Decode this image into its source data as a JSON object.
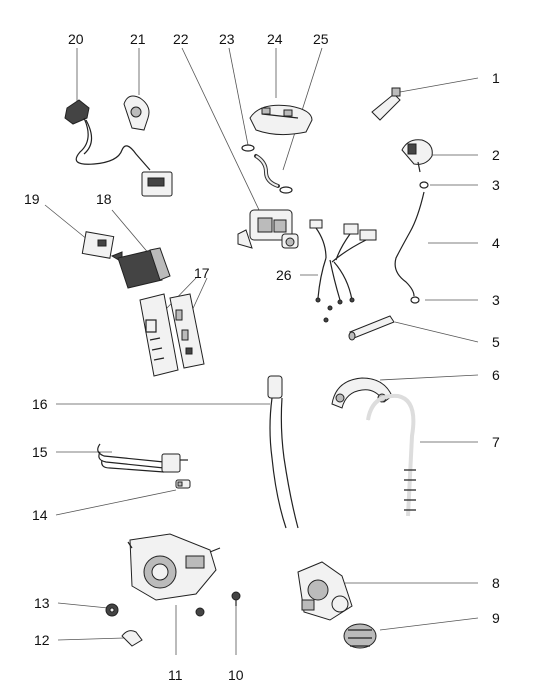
{
  "labels": {
    "n1": "1",
    "n2": "2",
    "n3a": "3",
    "n3b": "3",
    "n4": "4",
    "n5": "5",
    "n6": "6",
    "n7": "7",
    "n8": "8",
    "n9": "9",
    "n10": "10",
    "n11": "11",
    "n12": "12",
    "n13": "13",
    "n14": "14",
    "n15": "15",
    "n16": "16",
    "n17": "17",
    "n18": "18",
    "n19": "19",
    "n20": "20",
    "n21": "21",
    "n22": "22",
    "n23": "23",
    "n24": "24",
    "n25": "25",
    "n26": "26"
  }
}
